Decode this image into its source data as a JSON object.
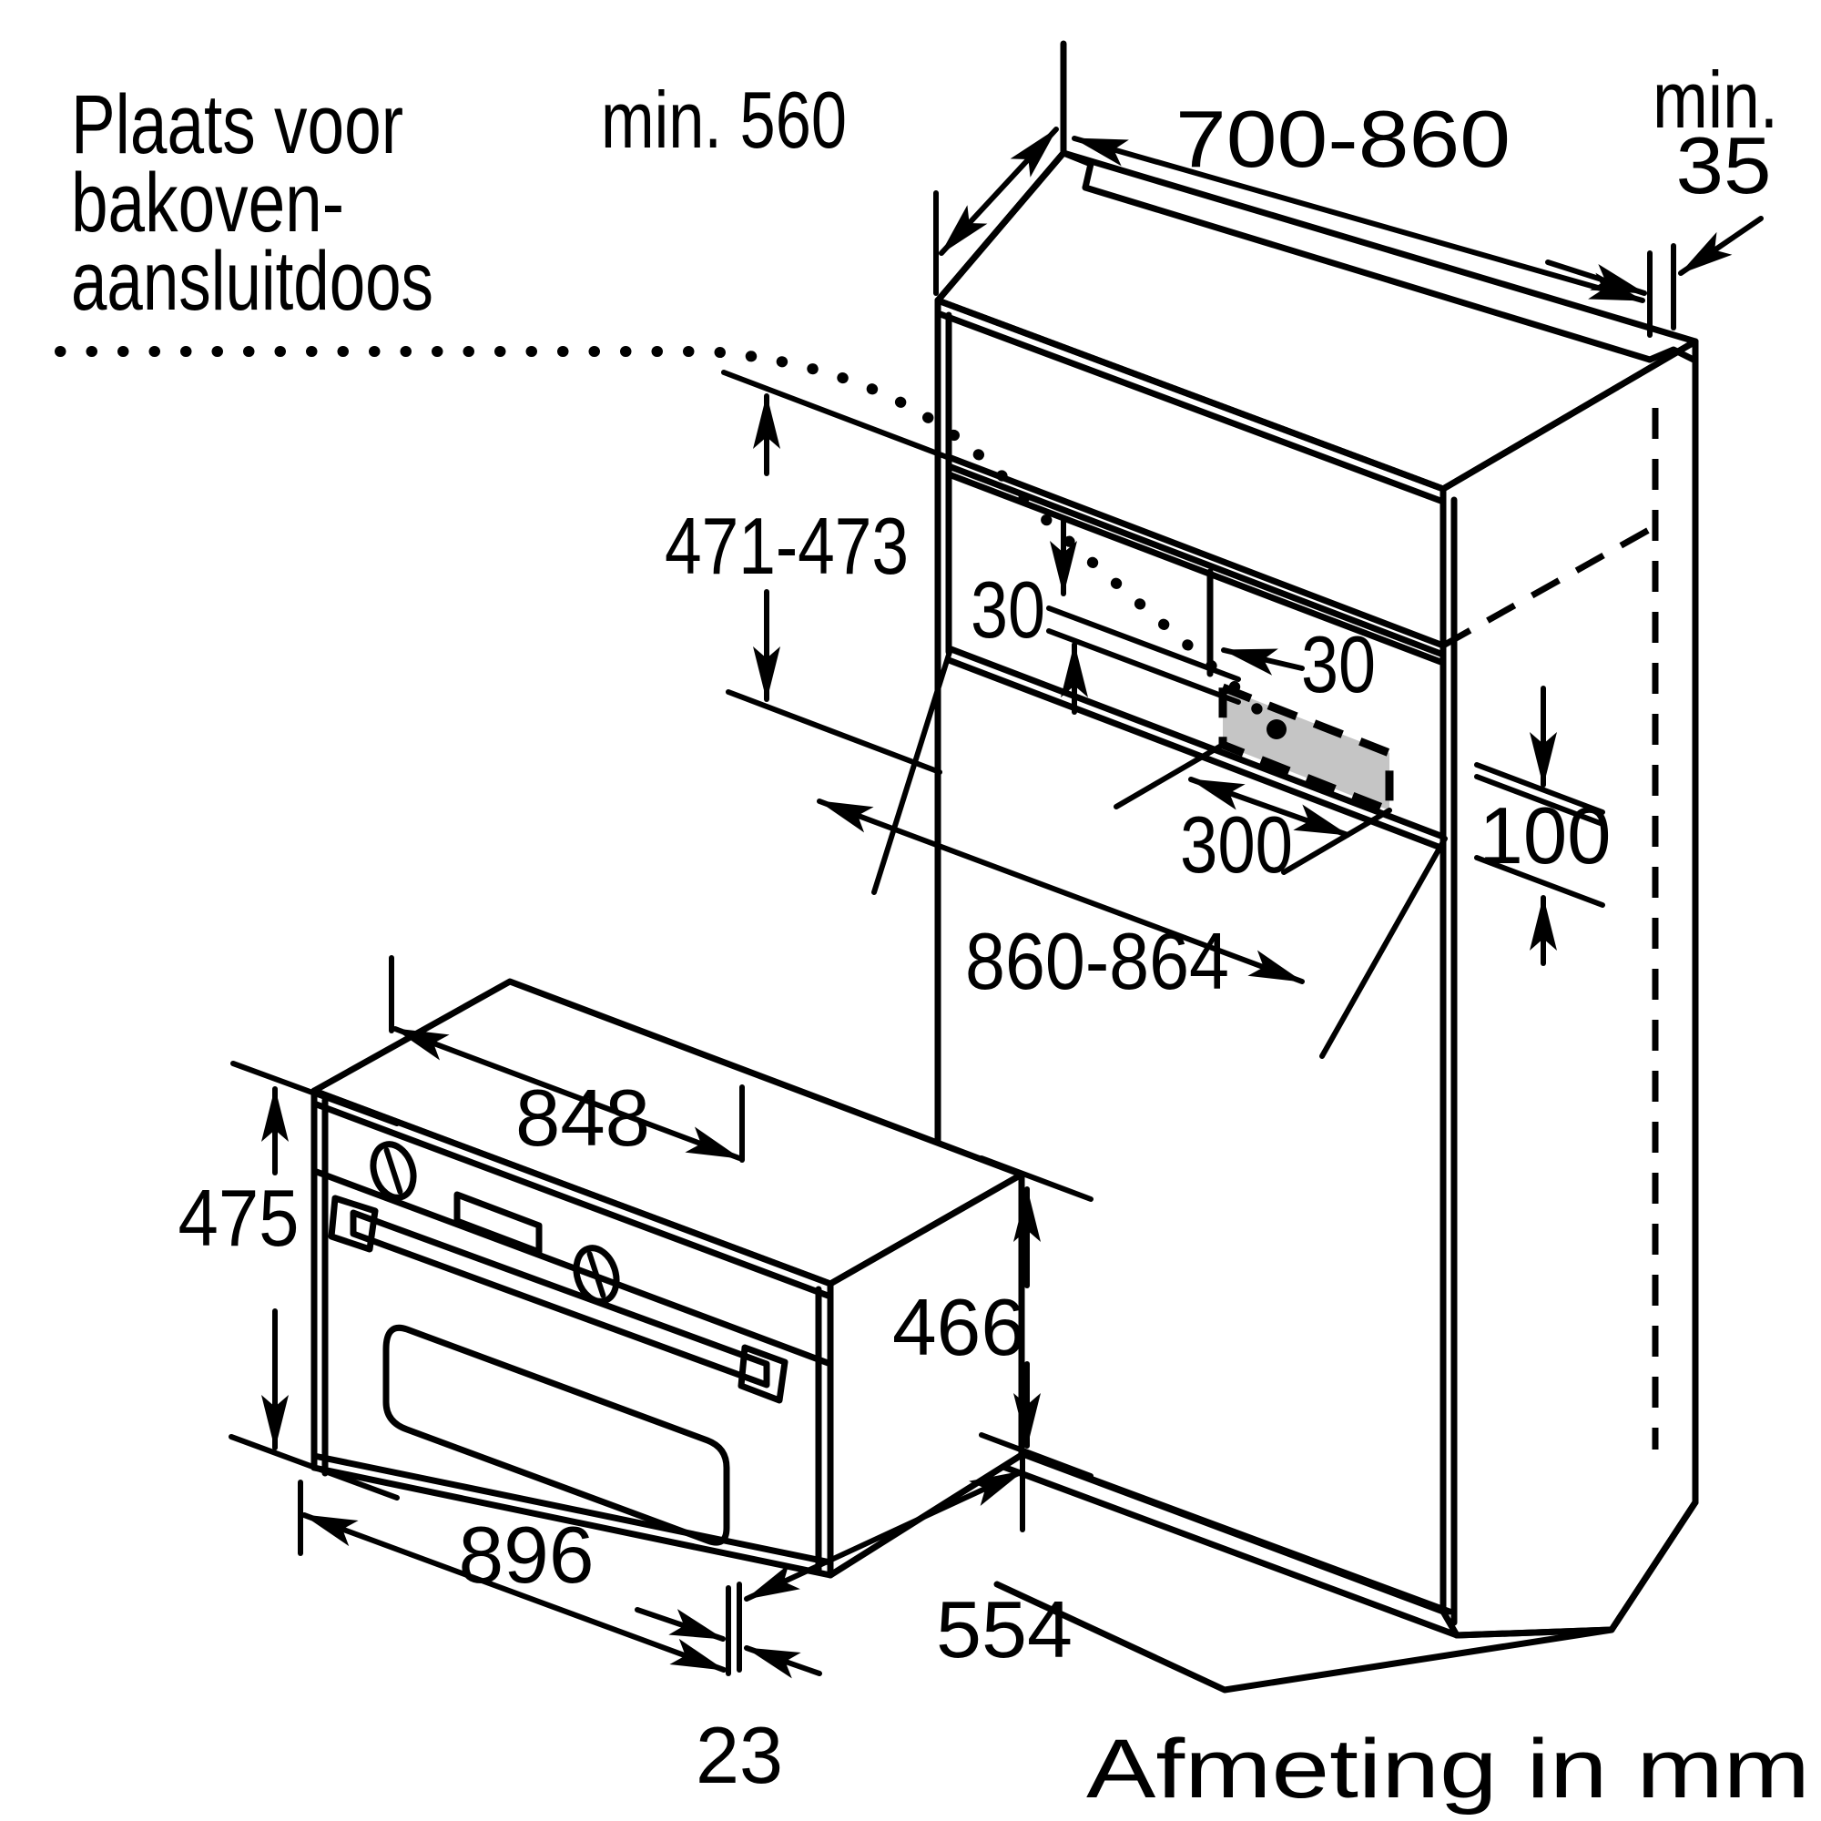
{
  "note": {
    "line1": "Plaats voor",
    "line2": "bakoven-",
    "line3": "aansluitdoos"
  },
  "footer": "Afmeting in mm",
  "dims": {
    "niche_depth": "min. 560",
    "top_width": "700-860",
    "wall_gap_prefix": "min.",
    "wall_gap_value": "35",
    "niche_height": "471-473",
    "shelf_thickness": "30",
    "box_side_offset": "30",
    "box_width": "300",
    "box_height": "100",
    "niche_width": "860-864",
    "oven_inner_width": "848",
    "oven_front_height": "475",
    "oven_body_height": "466",
    "oven_total_width": "896",
    "oven_depth": "554",
    "door_clearance": "23"
  },
  "colors": {
    "line": "#000000",
    "background": "#ffffff",
    "connection_box_fill": "#c5c5c5",
    "handle_fill": "#c2c2c2"
  }
}
